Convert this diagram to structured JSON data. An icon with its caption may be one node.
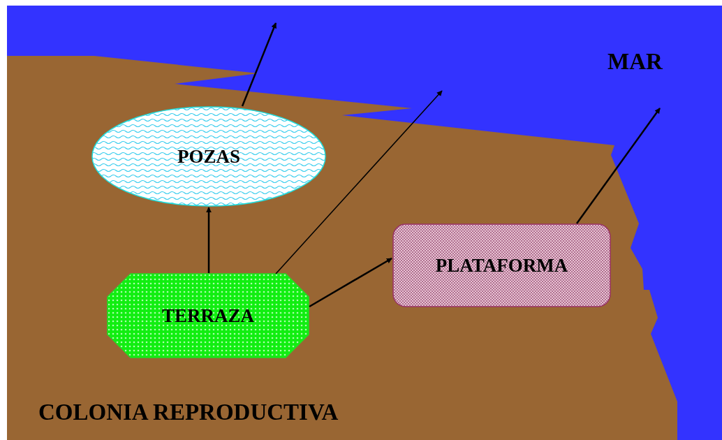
{
  "diagram": {
    "nodes": [
      {
        "text": [
          "POZAS"
        ]
      },
      {
        "text": [
          "TERRAZA"
        ]
      },
      {
        "text": [
          "PLATAFORMA"
        ]
      }
    ],
    "edges": [
      {
        "from": 1,
        "to": 0,
        "arrow": "to"
      },
      {
        "from": 1,
        "to": 2,
        "arrow": "to"
      },
      {
        "from": 0,
        "to": null,
        "arrow": "to"
      },
      {
        "from": 1,
        "to": null,
        "arrow": "to"
      },
      {
        "from": 2,
        "to": null,
        "arrow": "to"
      }
    ],
    "labels": [
      "MAR",
      "COLONIA REPRODUCTIVA"
    ]
  }
}
